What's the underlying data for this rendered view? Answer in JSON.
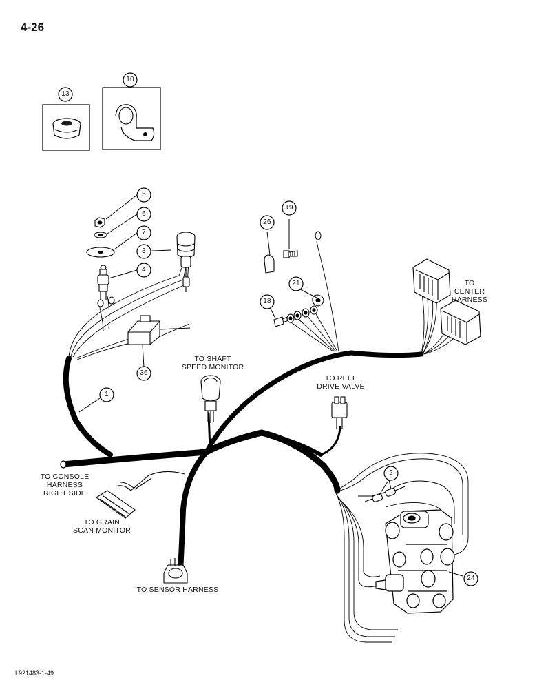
{
  "page": {
    "number": "4-26",
    "figure_id": "L921483-1-49"
  },
  "callouts": [
    {
      "id": "c13",
      "num": "13"
    },
    {
      "id": "c10",
      "num": "10"
    },
    {
      "id": "c5",
      "num": "5"
    },
    {
      "id": "c6",
      "num": "6"
    },
    {
      "id": "c7",
      "num": "7"
    },
    {
      "id": "c3",
      "num": "3"
    },
    {
      "id": "c4",
      "num": "4"
    },
    {
      "id": "c36",
      "num": "36"
    },
    {
      "id": "c1",
      "num": "1"
    },
    {
      "id": "c26",
      "num": "26"
    },
    {
      "id": "c19",
      "num": "19"
    },
    {
      "id": "c21",
      "num": "21"
    },
    {
      "id": "c18",
      "num": "18"
    },
    {
      "id": "c2",
      "num": "2"
    },
    {
      "id": "c24",
      "num": "24"
    }
  ],
  "labels": {
    "center_harness": [
      "TO",
      "CENTER",
      "HARNESS"
    ],
    "shaft_speed": [
      "TO SHAFT",
      "SPEED MONITOR"
    ],
    "reel_drive": [
      "TO REEL",
      "DRIVE VALVE"
    ],
    "console": [
      "TO CONSOLE",
      "HARNESS",
      "RIGHT SIDE"
    ],
    "grain_scan": [
      "TO GRAIN",
      "SCAN MONITOR"
    ],
    "sensor": [
      "TO SENSOR HARNESS"
    ]
  }
}
